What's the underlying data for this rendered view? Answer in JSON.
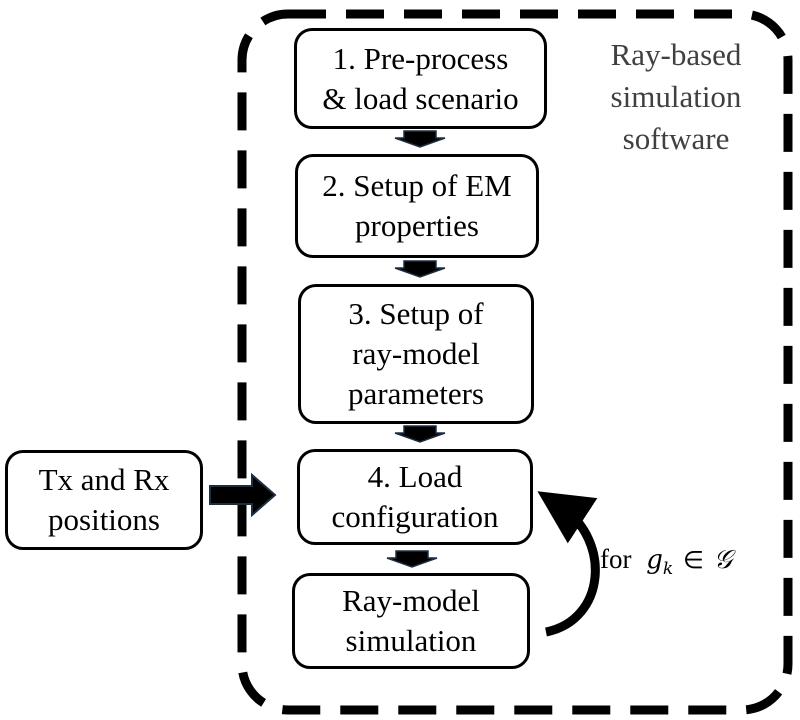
{
  "software": {
    "label_lines": [
      "Ray-based",
      "simulation",
      "software"
    ]
  },
  "steps": [
    {
      "lines": [
        "1. Pre-process",
        "& load scenario"
      ]
    },
    {
      "lines": [
        "2. Setup of EM",
        "properties"
      ]
    },
    {
      "lines": [
        "3. Setup of",
        "ray-model",
        "parameters"
      ]
    },
    {
      "lines": [
        "4. Load",
        "configuration"
      ]
    },
    {
      "lines": [
        "Ray-model",
        "simulation"
      ]
    }
  ],
  "input": {
    "lines": [
      "Tx and Rx",
      "positions"
    ]
  },
  "loop": {
    "text": "for",
    "variable": "g",
    "subscript": "k",
    "relation": "∈",
    "set": "𝒢"
  },
  "colors": {
    "stroke": "#000000",
    "arrow_fill": "#000000",
    "arrow_edge": "#1c2e42",
    "software_label": "#404040"
  }
}
